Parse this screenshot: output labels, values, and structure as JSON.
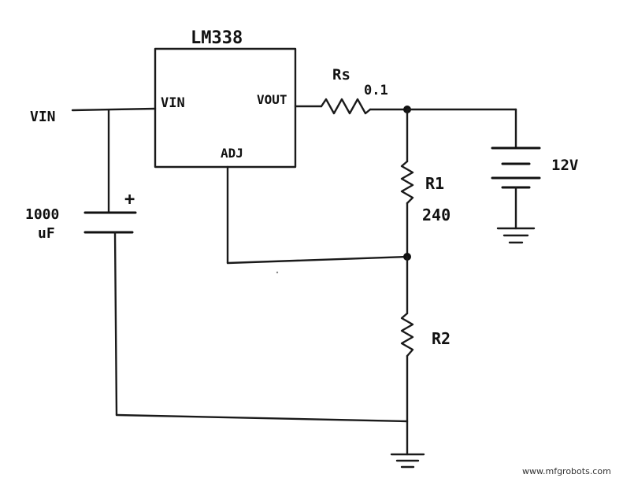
{
  "diagram": {
    "regulator_name": "LM338",
    "pin_vin": "VIN",
    "pin_vout": "VOUT",
    "pin_adj": "ADJ",
    "input_label": "VIN",
    "sense_resistor_name": "Rs",
    "sense_resistor_value": "0.1",
    "r1_name": "R1",
    "r1_value": "240",
    "r2_name": "R2",
    "battery_voltage": "12V",
    "capacitor_value_line1": "1000",
    "capacitor_value_line2": "uF",
    "capacitor_polarity": "+"
  },
  "watermark": "www.mfgrobots.com",
  "colors": {
    "ink": "#111111",
    "background": "#ffffff"
  }
}
